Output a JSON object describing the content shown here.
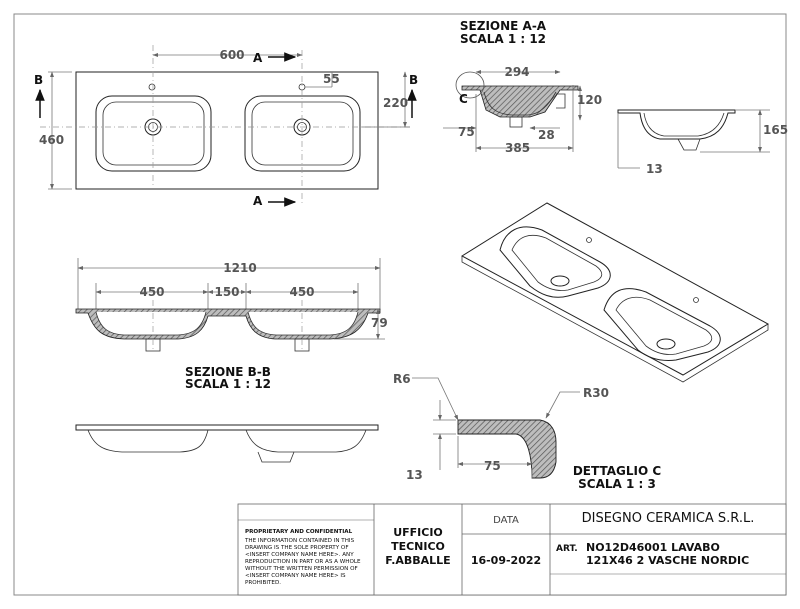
{
  "sections": {
    "aa_title": "SEZIONE A-A",
    "aa_scale": "SCALA 1 : 12",
    "bb_title": "SEZIONE B-B",
    "bb_scale": "SCALA 1 : 12",
    "detail_title": "DETTAGLIO C",
    "detail_scale": "SCALA 1 : 3"
  },
  "markers": {
    "a": "A",
    "b": "B",
    "c": "C"
  },
  "dimensions": {
    "top_600": "600",
    "top_55": "55",
    "top_220": "220",
    "top_460": "460",
    "aa_294": "294",
    "aa_120": "120",
    "aa_75": "75",
    "aa_28": "28",
    "aa_385": "385",
    "side_165": "165",
    "side_13": "13",
    "front_1210": "1210",
    "front_450_left": "450",
    "front_150": "150",
    "front_450_right": "450",
    "front_79": "79",
    "det_r6": "R6",
    "det_r30": "R30",
    "det_13": "13",
    "det_75": "75"
  },
  "title_block": {
    "proprietary_heading": "PROPRIETARY AND CONFIDENTIAL",
    "proprietary_lines": [
      "THE INFORMATION CONTAINED IN THIS",
      "DRAWING IS THE SOLE PROPERTY OF",
      "<INSERT COMPANY NAME HERE>.  ANY",
      "REPRODUCTION IN PART OR AS A WHOLE",
      "WITHOUT THE WRITTEN PERMISSION OF",
      "<INSERT COMPANY NAME HERE> IS",
      "PROHIBITED."
    ],
    "office_line1": "UFFICIO",
    "office_line2": "TECNICO",
    "designer": "F.ABBALLE",
    "date_label": "DATA",
    "date_value": "16-09-2022",
    "company": "DISEGNO CERAMICA S.R.L.",
    "art_label": "ART.",
    "art_line1": "NO12D46001 LAVABO",
    "art_line2": "121X46 2 VASCHE NORDIC"
  }
}
